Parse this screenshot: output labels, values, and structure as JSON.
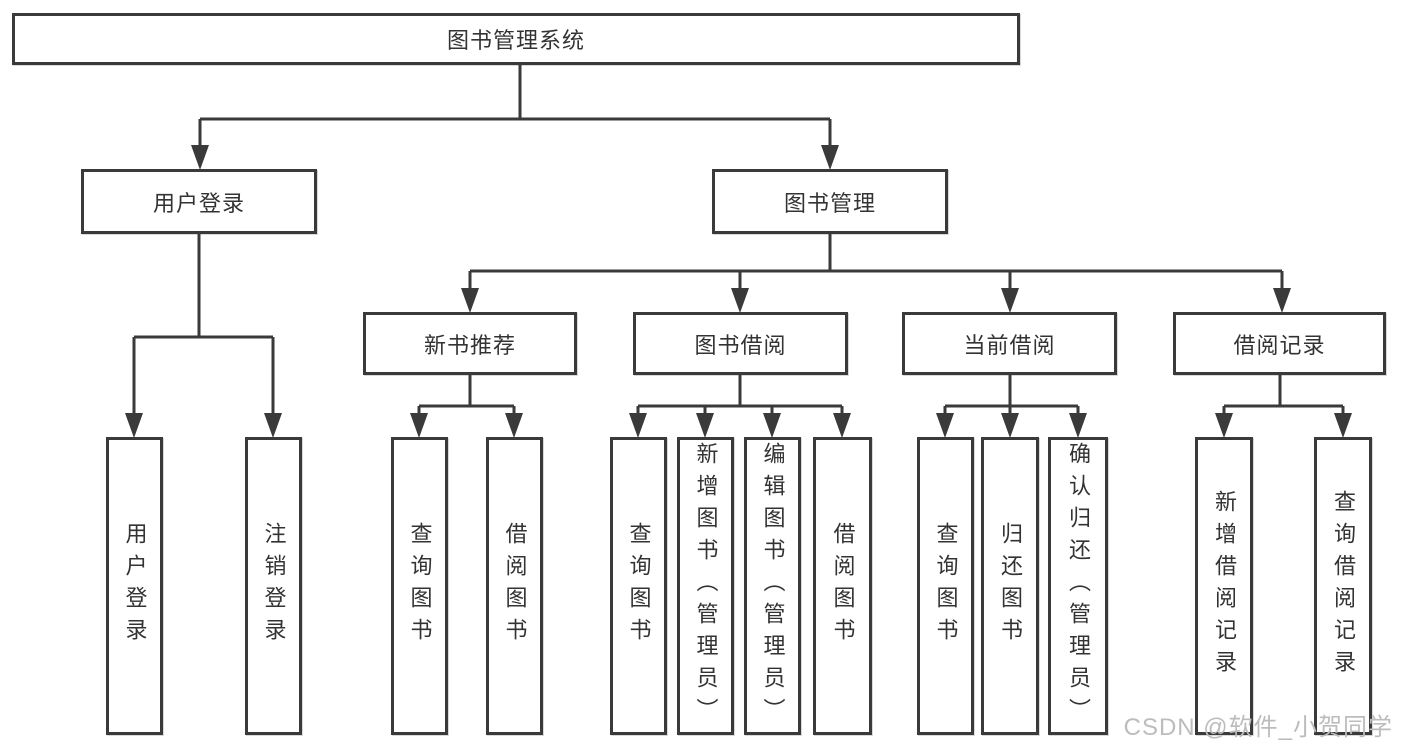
{
  "tree": {
    "label": "图书管理系统",
    "children": [
      {
        "label": "用户登录",
        "children": [
          {
            "label": "用户登录"
          },
          {
            "label": "注销登录"
          }
        ]
      },
      {
        "label": "图书管理",
        "children": [
          {
            "label": "新书推荐",
            "children": [
              {
                "label": "查询图书"
              },
              {
                "label": "借阅图书"
              }
            ]
          },
          {
            "label": "图书借阅",
            "children": [
              {
                "label": "查询图书"
              },
              {
                "label": "新增图书（管理员）"
              },
              {
                "label": "编辑图书（管理员）"
              },
              {
                "label": "借阅图书"
              }
            ]
          },
          {
            "label": "当前借阅",
            "children": [
              {
                "label": "查询图书"
              },
              {
                "label": "归还图书"
              },
              {
                "label": "确认归还（管理员）"
              }
            ]
          },
          {
            "label": "借阅记录",
            "children": [
              {
                "label": "新增借阅记录"
              },
              {
                "label": "查询借阅记录"
              }
            ]
          }
        ]
      }
    ]
  },
  "watermark": {
    "text": "CSDN @软件_小贺同学"
  },
  "colors": {
    "line": "#3a3a3a",
    "text": "#333333",
    "background": "#ffffff",
    "watermark": "#bcbcbc"
  }
}
